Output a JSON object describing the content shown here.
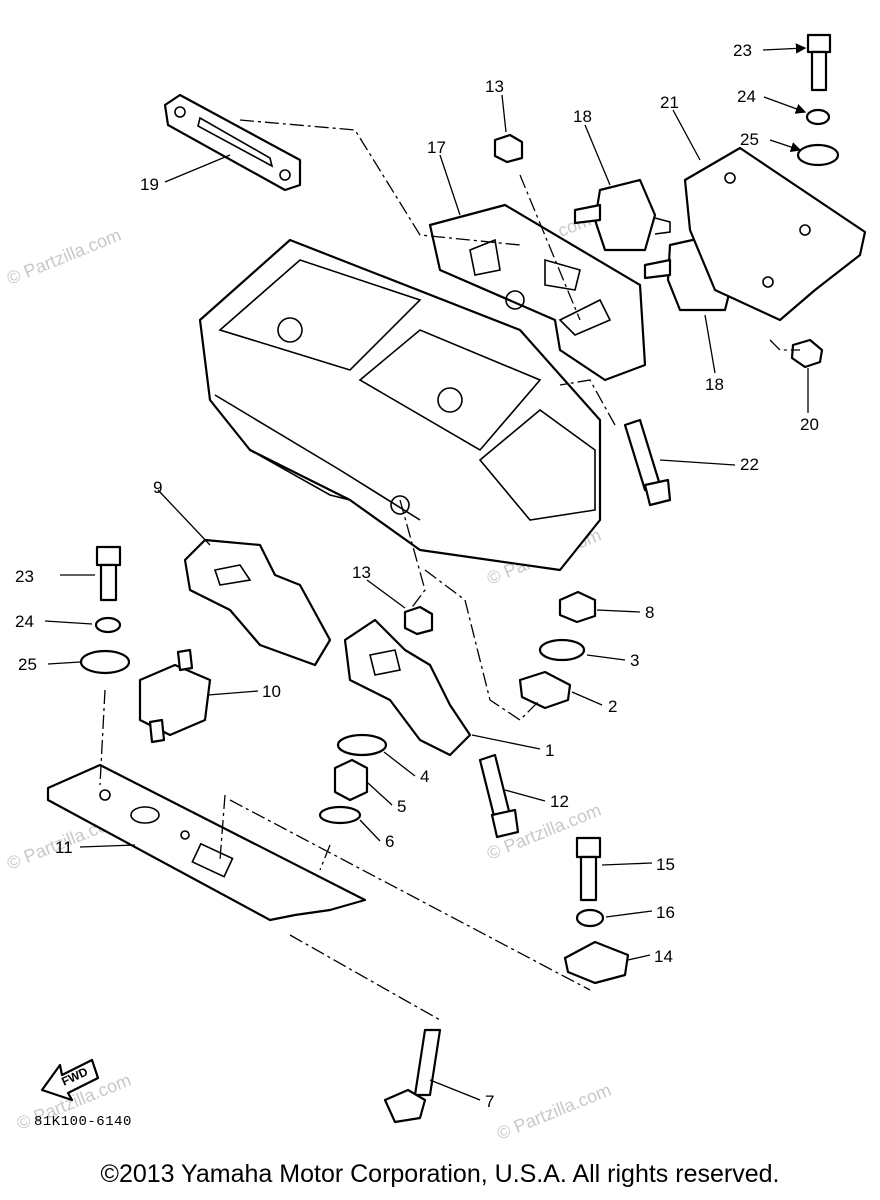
{
  "diagram": {
    "part_numbers": [
      "1",
      "2",
      "3",
      "4",
      "5",
      "6",
      "7",
      "8",
      "9",
      "10",
      "11",
      "12",
      "13",
      "13",
      "14",
      "15",
      "16",
      "17",
      "18",
      "18",
      "19",
      "20",
      "21",
      "22",
      "23",
      "23",
      "24",
      "24",
      "25",
      "25"
    ],
    "fwd_marker": "FWD",
    "drawing_code": "81K100-6140",
    "copyright": "©2013 Yamaha Motor Corporation, U.S.A. All rights reserved.",
    "watermark": "© Partzilla.com"
  }
}
